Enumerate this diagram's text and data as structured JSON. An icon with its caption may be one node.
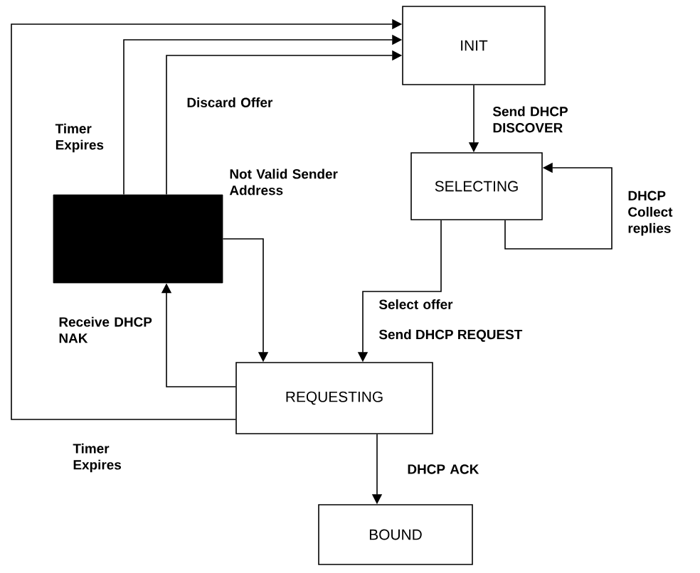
{
  "diagram": {
    "nodes": [
      {
        "text": [
          "INIT"
        ]
      },
      {
        "text": [
          "SELECTING"
        ]
      },
      {
        "text": [
          "REQUESTING"
        ]
      },
      {
        "text": [
          "BOUND"
        ]
      },
      {
        "text": [],
        "shape": "box"
      }
    ],
    "edges": [
      {
        "from": 0,
        "to": 1,
        "arrow": "to",
        "label": "Send DHCP DISCOVER"
      },
      {
        "from": 1,
        "to": 1,
        "arrow": "to",
        "label": "DHCP Collect replies"
      },
      {
        "from": 1,
        "to": 2,
        "arrow": "to",
        "label": "Select offer"
      },
      {
        "from": 2,
        "to": 3,
        "arrow": "to",
        "label": "DHCP ACK"
      },
      {
        "from": 2,
        "to": 4,
        "arrow": "to",
        "label": "Receive DHCP NAK"
      },
      {
        "from": 2,
        "to": 0,
        "arrow": "to",
        "label": "Timer Expires"
      },
      {
        "from": 4,
        "to": 0,
        "arrow": "to",
        "label": "Timer Expires"
      },
      {
        "from": 4,
        "to": 0,
        "arrow": "to",
        "label": "Discard Offer"
      },
      {
        "from": 4,
        "to": 2,
        "arrow": "to",
        "label": "Not Valid Sender Address"
      }
    ],
    "labels": [
      "Send DHCP REQUEST"
    ]
  }
}
